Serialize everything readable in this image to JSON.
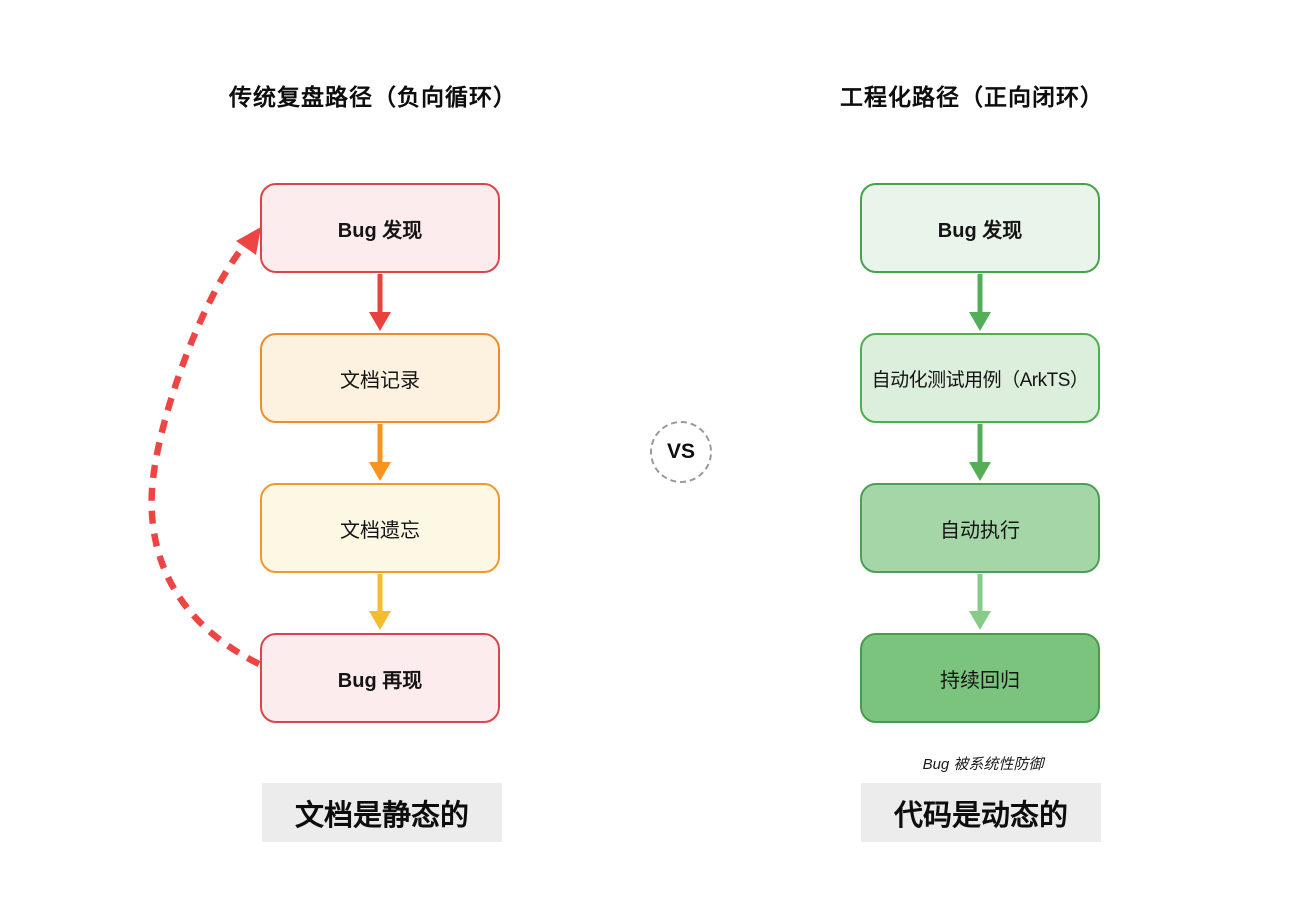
{
  "left_flow": {
    "title": "传统复盘路径（负向循环）",
    "boxes": [
      {
        "label": "Bug 发现",
        "fill": "#fcecee",
        "border": "#d9464a",
        "weight": "700"
      },
      {
        "label": "文档记录",
        "fill": "#fdf1df",
        "border": "#ee8b2f",
        "weight": "400"
      },
      {
        "label": "文档遗忘",
        "fill": "#fcf8e3",
        "border": "#f0982d",
        "weight": "400"
      },
      {
        "label": "Bug 再现",
        "fill": "#fcecee",
        "border": "#d9464a",
        "weight": "700"
      }
    ],
    "arrow_colors": [
      "#e8423c",
      "#f7941e",
      "#f3bd2e"
    ],
    "loop_color": "#ef4444",
    "footer": "文档是静态的"
  },
  "vs_badge": {
    "label": "VS"
  },
  "right_flow": {
    "title": "工程化路径（正向闭环）",
    "boxes": [
      {
        "label": "Bug 发现",
        "fill": "#e9f5ea",
        "border": "#47a04b",
        "weight": "700"
      },
      {
        "label": "自动化测试用例（ArkTS）",
        "fill": "#dcefdd",
        "border": "#4caf50",
        "weight": "400"
      },
      {
        "label": "自动执行",
        "fill": "#a5d6a7",
        "border": "#4f9e53",
        "weight": "400"
      },
      {
        "label": "持续回归",
        "fill": "#7bc47e",
        "border": "#4a9a4e",
        "weight": "400"
      }
    ],
    "arrow_colors": [
      "#53ae57",
      "#53ae57",
      "#87cb89"
    ],
    "note": "Bug 被系统性防御",
    "footer": "代码是动态的"
  }
}
